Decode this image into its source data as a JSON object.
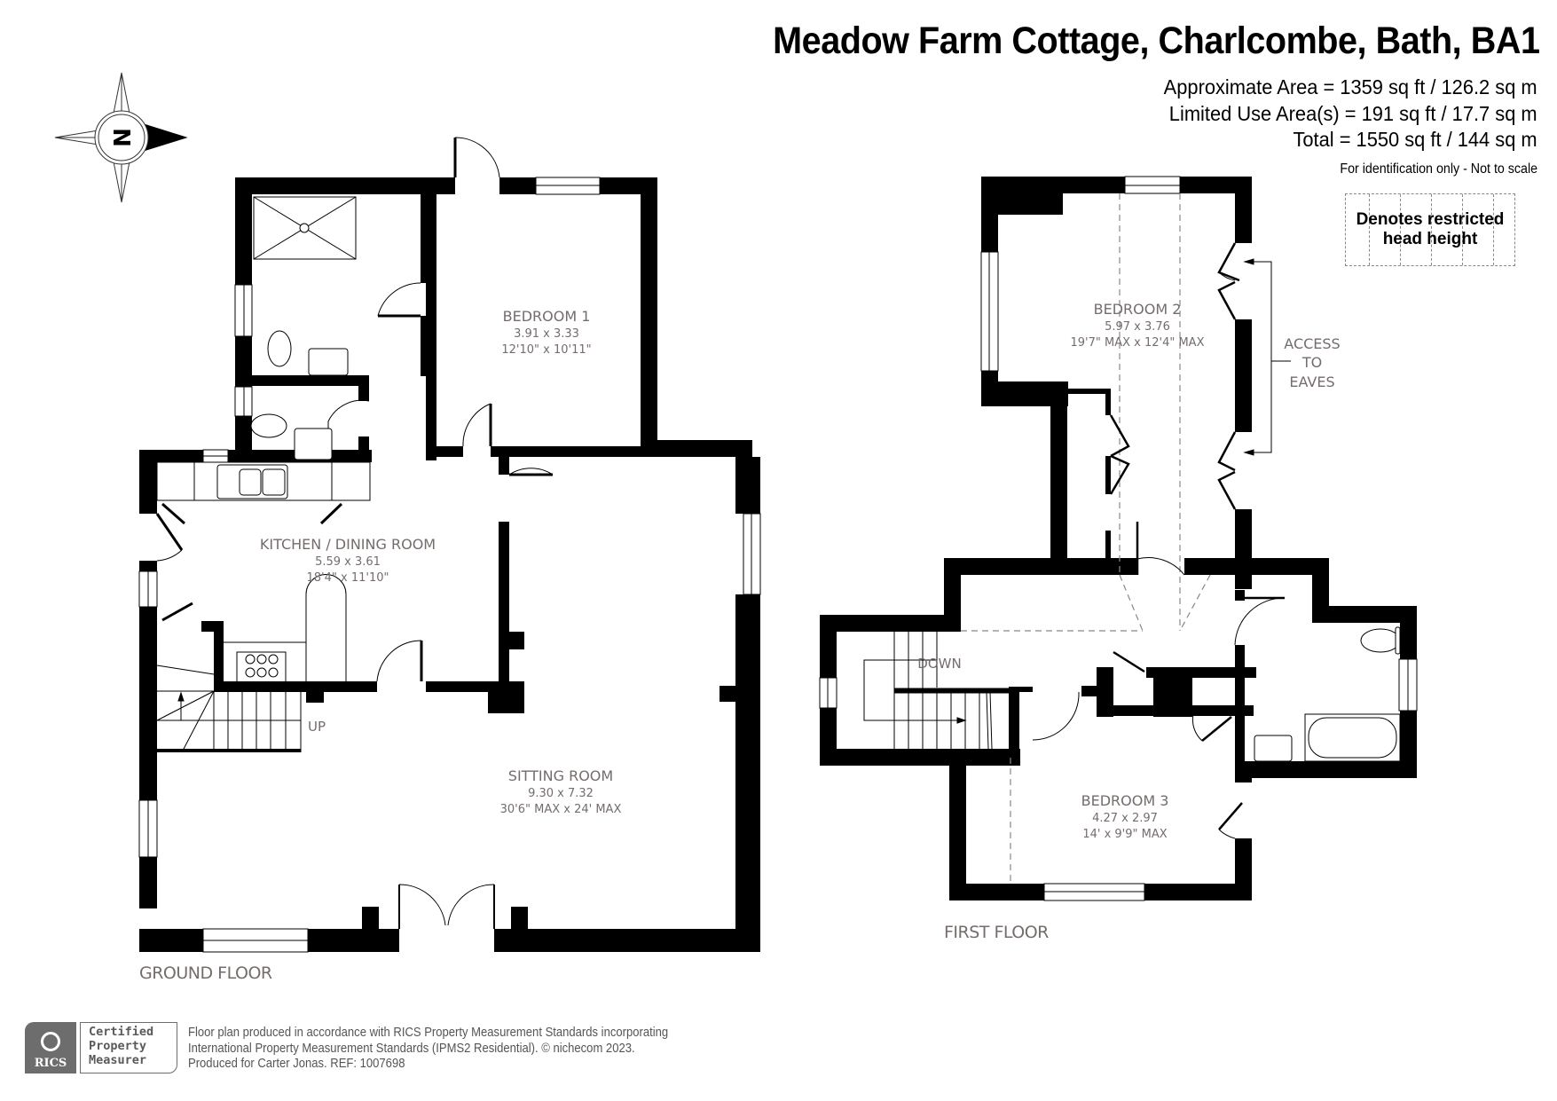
{
  "header": {
    "title": "Meadow Farm Cottage, Charlcombe, Bath, BA1",
    "areas": [
      "Approximate Area = 1359 sq ft / 126.2 sq m",
      "Limited Use Area(s) = 191 sq ft / 17.7 sq m",
      "Total = 1550 sq ft / 144 sq m"
    ],
    "disclaimer": "For identification only - Not to scale"
  },
  "legend": {
    "line1": "Denotes restricted",
    "line2": "head height"
  },
  "compass": {
    "letter": "N",
    "icon": "compass-rose-icon"
  },
  "ground_floor": {
    "label": "GROUND FLOOR",
    "rooms": {
      "bedroom1": {
        "name": "BEDROOM 1",
        "metric": "3.91 x 3.33",
        "imperial": "12'10\" x 10'11\""
      },
      "kitchen": {
        "name": "KITCHEN / DINING ROOM",
        "metric": "5.59 x 3.61",
        "imperial": "18'4\" x 11'10\""
      },
      "sitting": {
        "name": "SITTING ROOM",
        "metric": "9.30 x 7.32",
        "imperial": "30'6\" MAX x 24' MAX"
      }
    },
    "stairs_label": "UP"
  },
  "first_floor": {
    "label": "FIRST FLOOR",
    "rooms": {
      "bedroom2": {
        "name": "BEDROOM 2",
        "metric": "5.97 x 3.76",
        "imperial": "19'7\" MAX x 12'4\" MAX"
      },
      "bedroom3": {
        "name": "BEDROOM 3",
        "metric": "4.27 x 2.97",
        "imperial": "14' x 9'9\" MAX"
      }
    },
    "stairs_label": "DOWN",
    "eaves": [
      "ACCESS",
      "TO",
      "EAVES"
    ]
  },
  "footer": {
    "badge_org": "RICS",
    "badge_lines": [
      "Certified",
      "Property",
      "Measurer"
    ],
    "text_lines": [
      "Floor plan produced in accordance with RICS Property Measurement Standards incorporating",
      "International Property Measurement Standards (IPMS2 Residential).   © nichecom 2023.",
      "Produced for Carter Jonas.   REF:  1007698"
    ]
  },
  "colors": {
    "wall": "#000000",
    "label_text": "#756c6c",
    "dashed": "#888888",
    "badge": "#6d6d6d"
  }
}
